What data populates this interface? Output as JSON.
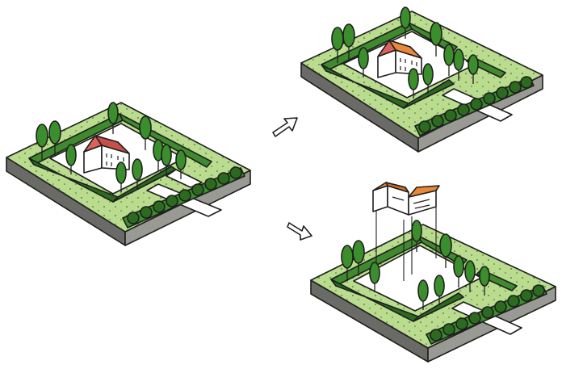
{
  "colors": {
    "lawn": "#b9dc8e",
    "lawn_dots": "#4a6b2c",
    "hedge": "#3f8a2e",
    "hedge_dark": "#2b6a1f",
    "tree": "#3b8e2c",
    "tree_dark": "#26661b",
    "soil_side": "#6a6a66",
    "soil_front": "#9a9a95",
    "house_wall": "#ffffff",
    "house_roof": "#d9625a",
    "modern_roof": "#e8893a",
    "outline": "#1e1e1e",
    "path": "#ffffff"
  },
  "scenes": [
    {
      "id": "original-plot",
      "house": "traditional",
      "hedge": "closed"
    },
    {
      "id": "variant-retained-house",
      "house": "traditional",
      "hedge": "open-corner"
    },
    {
      "id": "variant-new-build",
      "house": "modern-floating",
      "hedge": "open-corner"
    }
  ],
  "arrows": [
    {
      "id": "arrow-up",
      "direction": "up-right"
    },
    {
      "id": "arrow-down",
      "direction": "down-right"
    }
  ]
}
